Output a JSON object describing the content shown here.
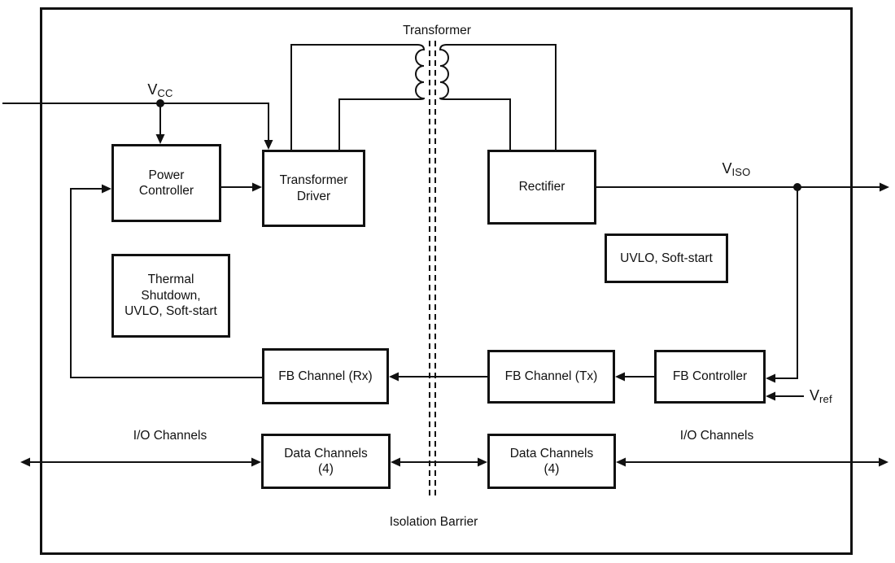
{
  "diagram": {
    "blocks": {
      "power_controller": "Power\nController",
      "transformer_driver": "Transformer\nDriver",
      "rectifier": "Rectifier",
      "thermal_shutdown": "Thermal\nShutdown,\nUVLO, Soft-start",
      "uvlo_soft_start": "UVLO, Soft-start",
      "fb_channel_rx": "FB Channel (Rx)",
      "fb_channel_tx": "FB Channel (Tx)",
      "fb_controller": "FB Controller",
      "data_channels_left": "Data Channels\n(4)",
      "data_channels_right": "Data Channels\n(4)"
    },
    "labels": {
      "transformer": "Transformer",
      "isolation_barrier": "Isolation Barrier",
      "io_channels_left": "I/O Channels",
      "io_channels_right": "I/O Channels"
    },
    "pins": {
      "vcc_base": "V",
      "vcc_sub": "CC",
      "viso_base": "V",
      "viso_sub": "ISO",
      "vref_base": "V",
      "vref_sub": "ref"
    },
    "colors": {
      "line": "#111111",
      "background": "#ffffff",
      "block_fill": "#ffffff"
    }
  }
}
